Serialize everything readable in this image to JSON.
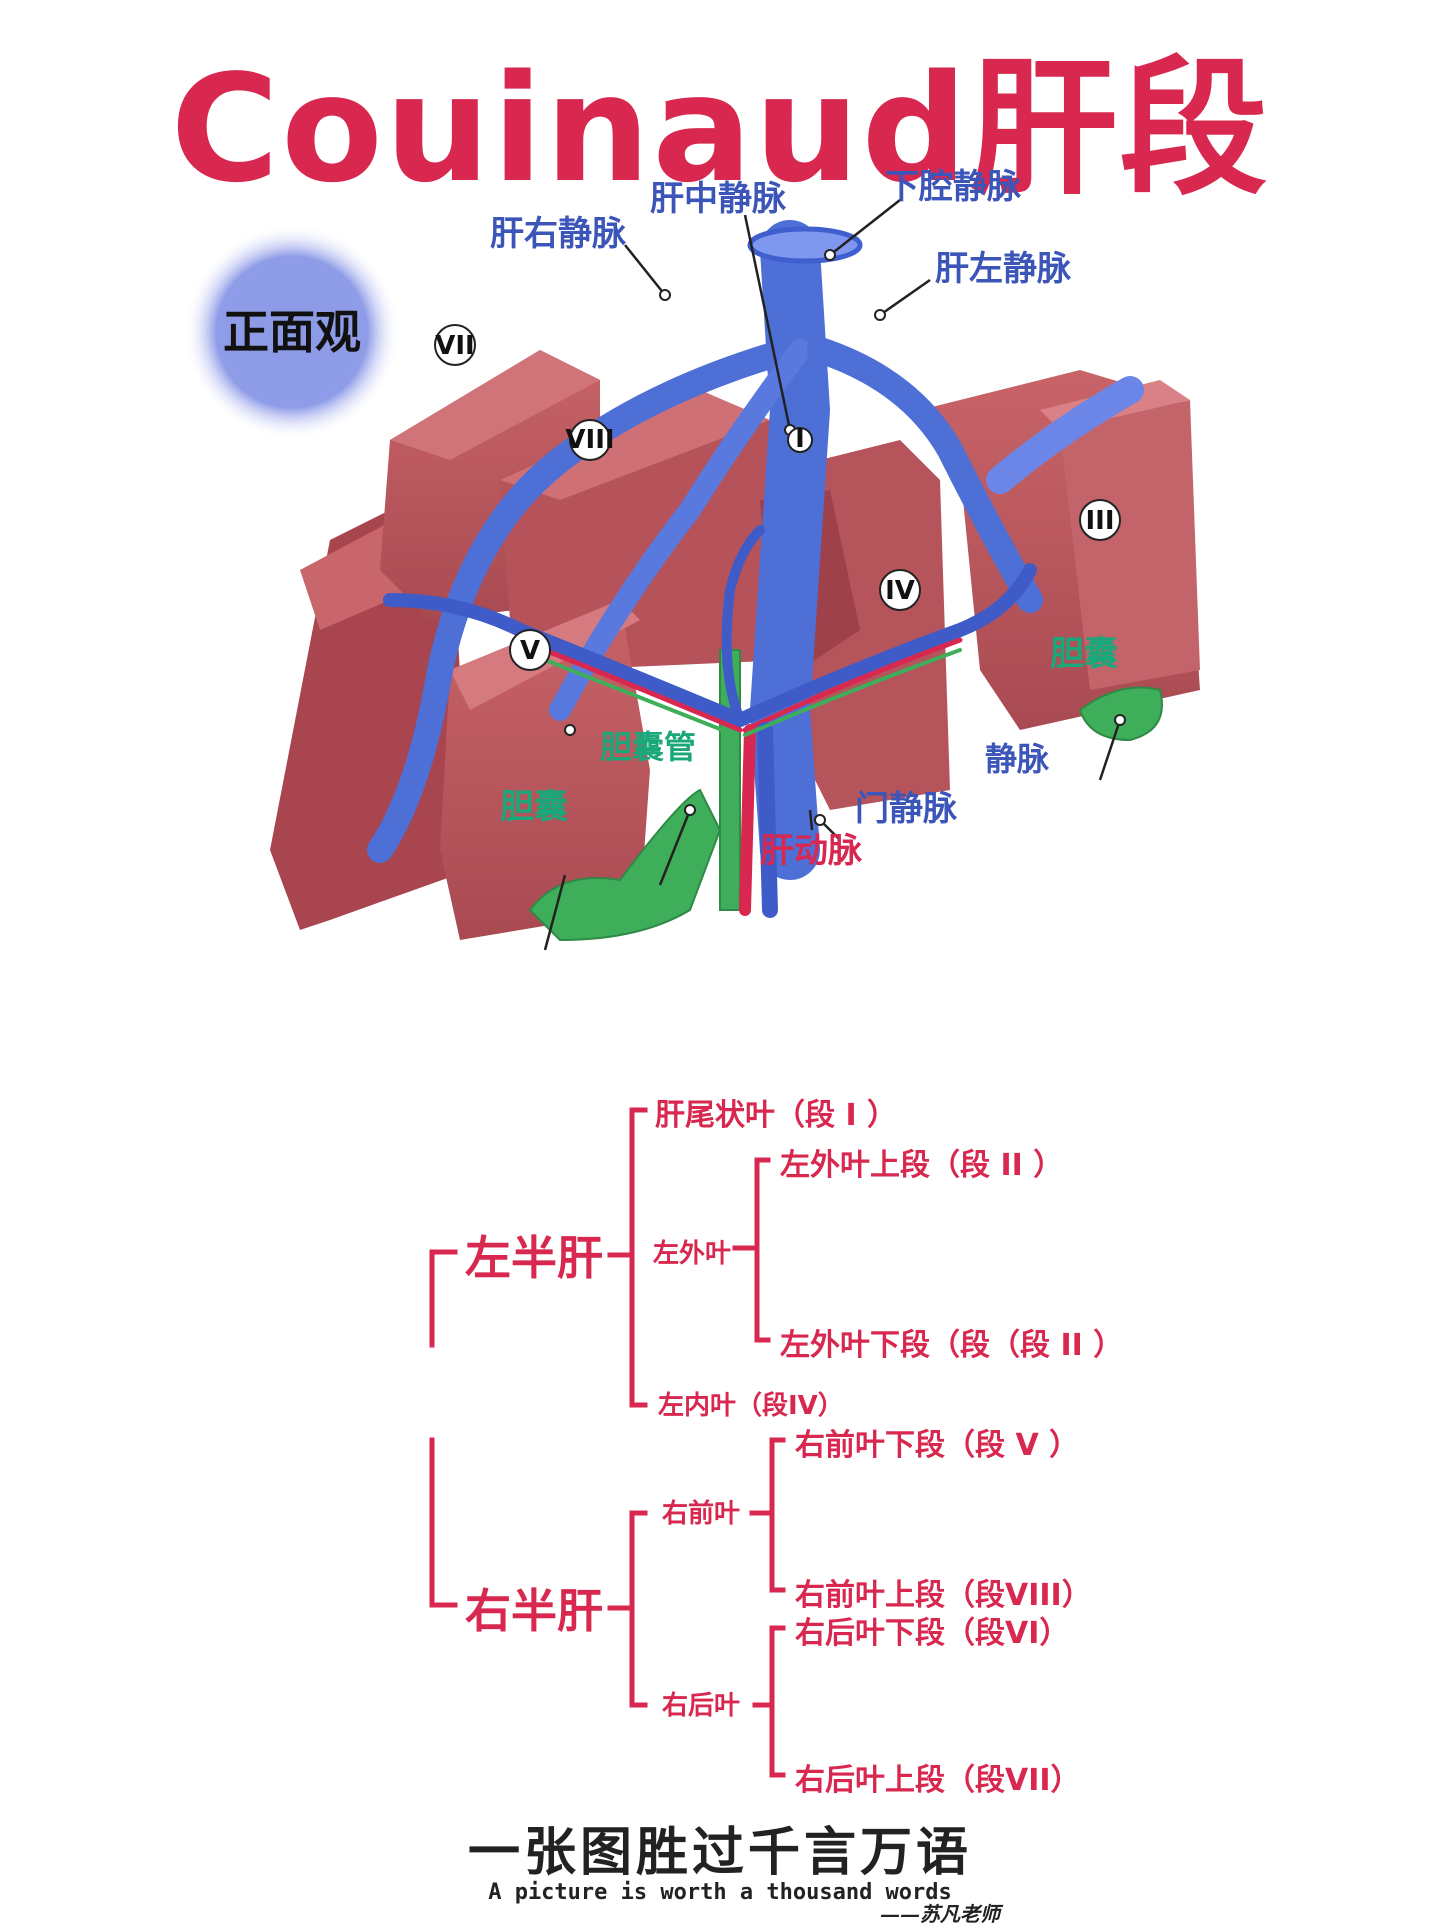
{
  "title": "Couinaud肝段",
  "view_label": "正面观",
  "vessel_labels": {
    "middle_hepatic_vein": "肝中静脉",
    "inferior_vena_cava": "下腔静脉",
    "right_hepatic_vein": "肝右静脉",
    "left_hepatic_vein": "肝左静脉",
    "portal_vein": "门静脉",
    "hepatic_artery": "肝动脉",
    "partial_vein": "静脉"
  },
  "bile_labels": {
    "gallbladder_left": "胆囊",
    "gallbladder_right": "胆囊",
    "cystic_duct": "胆囊管"
  },
  "segments": {
    "I": "I",
    "III": "III",
    "IV": "IV",
    "V": "V",
    "VII": "VII",
    "VIII": "VIII"
  },
  "tree": {
    "left_half": "左半肝",
    "caudate": "肝尾状叶（段 I ）",
    "left_lateral": "左外叶",
    "left_lateral_upper": "左外叶上段（段 II ）",
    "left_lateral_lower": "左外叶下段（段（段 II ）",
    "left_medial": "左内叶（段IV）",
    "right_half": "右半肝",
    "right_anterior": "右前叶",
    "right_anterior_lower": "右前叶下段（段 V ）",
    "right_anterior_upper": "右前叶上段（段VIII）",
    "right_posterior": "右后叶",
    "right_posterior_lower": "右后叶下段（段VI）",
    "right_posterior_upper": "右后叶上段（段VII）"
  },
  "footer": {
    "slogan": "一张图胜过千言万语",
    "english": "A picture is worth a thousand words",
    "author": "——苏凡老师"
  },
  "colors": {
    "accent": "#d8284f",
    "liver": "#b8545c",
    "liver_dark": "#8e3a42",
    "vein": "#4d6fd6",
    "bile": "#3fae5a",
    "label_blue": "#3c55b8",
    "label_green": "#1aa77a"
  }
}
